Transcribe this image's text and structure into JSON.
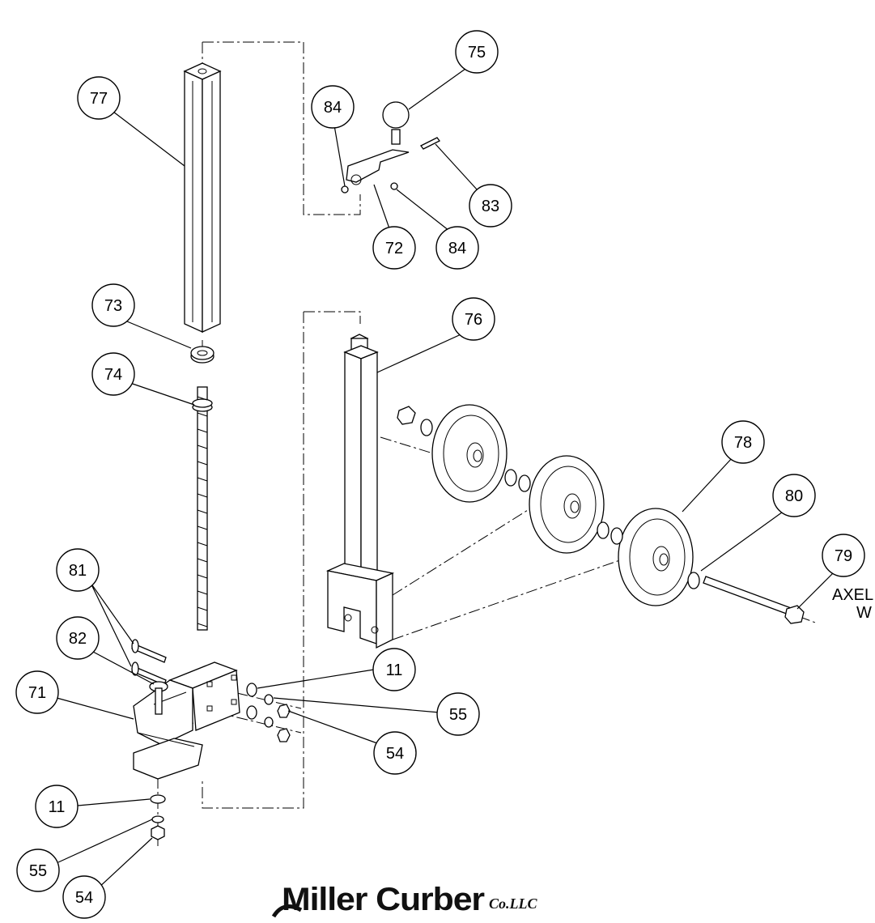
{
  "callouts": [
    {
      "id": "c77",
      "label": "77"
    },
    {
      "id": "c75",
      "label": "75"
    },
    {
      "id": "c84a",
      "label": "84"
    },
    {
      "id": "c83",
      "label": "83"
    },
    {
      "id": "c72",
      "label": "72"
    },
    {
      "id": "c84b",
      "label": "84"
    },
    {
      "id": "c73",
      "label": "73"
    },
    {
      "id": "c76",
      "label": "76"
    },
    {
      "id": "c74",
      "label": "74"
    },
    {
      "id": "c78",
      "label": "78"
    },
    {
      "id": "c80",
      "label": "80"
    },
    {
      "id": "c79",
      "label": "79"
    },
    {
      "id": "c81",
      "label": "81"
    },
    {
      "id": "c82",
      "label": "82"
    },
    {
      "id": "c11a",
      "label": "11"
    },
    {
      "id": "c71",
      "label": "71"
    },
    {
      "id": "c55a",
      "label": "55"
    },
    {
      "id": "c54a",
      "label": "54"
    },
    {
      "id": "c11b",
      "label": "11"
    },
    {
      "id": "c55b",
      "label": "55"
    },
    {
      "id": "c54b",
      "label": "54"
    }
  ],
  "edge_text": {
    "line1": "AXEL",
    "line2": "W"
  },
  "logo": {
    "main": "Miller Curber",
    "sub": "Co.LLC"
  },
  "colors": {
    "ink": "#000000",
    "paper": "#ffffff"
  }
}
